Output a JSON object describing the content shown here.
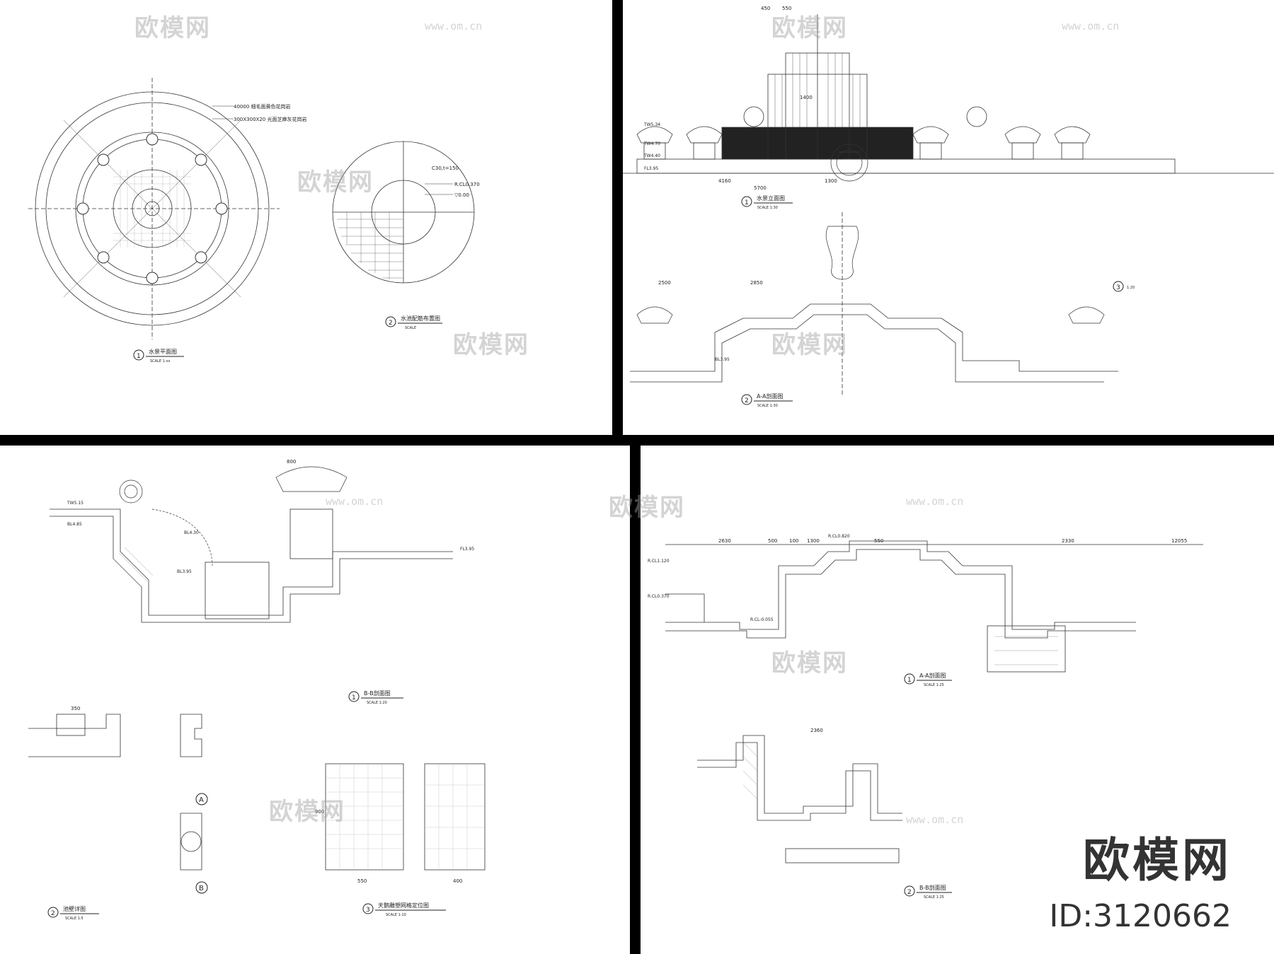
{
  "sheets": [
    {
      "id": "plan",
      "drawings": [
        {
          "num": "1",
          "title": "水景平面图",
          "scale": "SCALE  1:xx"
        },
        {
          "num": "2",
          "title": "水池配筋布置图",
          "scale": "SCALE"
        }
      ],
      "notes": [
        "40000 细毛面黄色花岗岩",
        "300X300X20 光面芝麻灰花岗岩",
        "C30,t=150",
        "R.CL0.370",
        "▽0.00"
      ]
    },
    {
      "id": "elevation",
      "drawings": [
        {
          "num": "1",
          "title": "水景立面图",
          "scale": "SCALE  1:30"
        },
        {
          "num": "2",
          "title": "A-A剖面图",
          "scale": "SCALE  1:30"
        },
        {
          "num": "3",
          "title": "",
          "scale": "1:20"
        }
      ],
      "dims": [
        "450",
        "550",
        "1400",
        "4160",
        "5700",
        "1300",
        "2500",
        "2850"
      ],
      "levels": [
        "TW5.34",
        "TW4.70",
        "TW4.40",
        "FL3.95",
        "BL3.95"
      ]
    },
    {
      "id": "section-bb",
      "drawings": [
        {
          "num": "1",
          "title": "B-B剖面图",
          "scale": "SCALE  1:20"
        },
        {
          "num": "2",
          "title": "池壁详图",
          "scale": "SCALE  1:5"
        },
        {
          "num": "3",
          "title": "天鹅雕塑网格定位图",
          "scale": "SCALE  1:10"
        }
      ],
      "details": [
        "A",
        "B"
      ],
      "dims": [
        "800",
        "900",
        "550",
        "400",
        "350"
      ],
      "levels": [
        "TW5.15",
        "BL4.85",
        "BL3.95",
        "FL3.95",
        "BL4.30"
      ]
    },
    {
      "id": "section-aa",
      "drawings": [
        {
          "num": "1",
          "title": "A-A剖面图",
          "scale": "SCALE  1:25"
        },
        {
          "num": "2",
          "title": "B-B剖面图",
          "scale": "SCALE  1:25"
        }
      ],
      "dims": [
        "2630",
        "500",
        "100",
        "1300",
        "550",
        "2330",
        "12055",
        "2360"
      ],
      "levels": [
        "R.CL1.120",
        "R.CL0.370",
        "R.CL0.820",
        "R.CL-0.055"
      ]
    }
  ],
  "watermark": {
    "text": "欧模网",
    "url": "www.om.cn"
  },
  "brand": {
    "name": "欧模网",
    "id": "ID:3120662"
  }
}
